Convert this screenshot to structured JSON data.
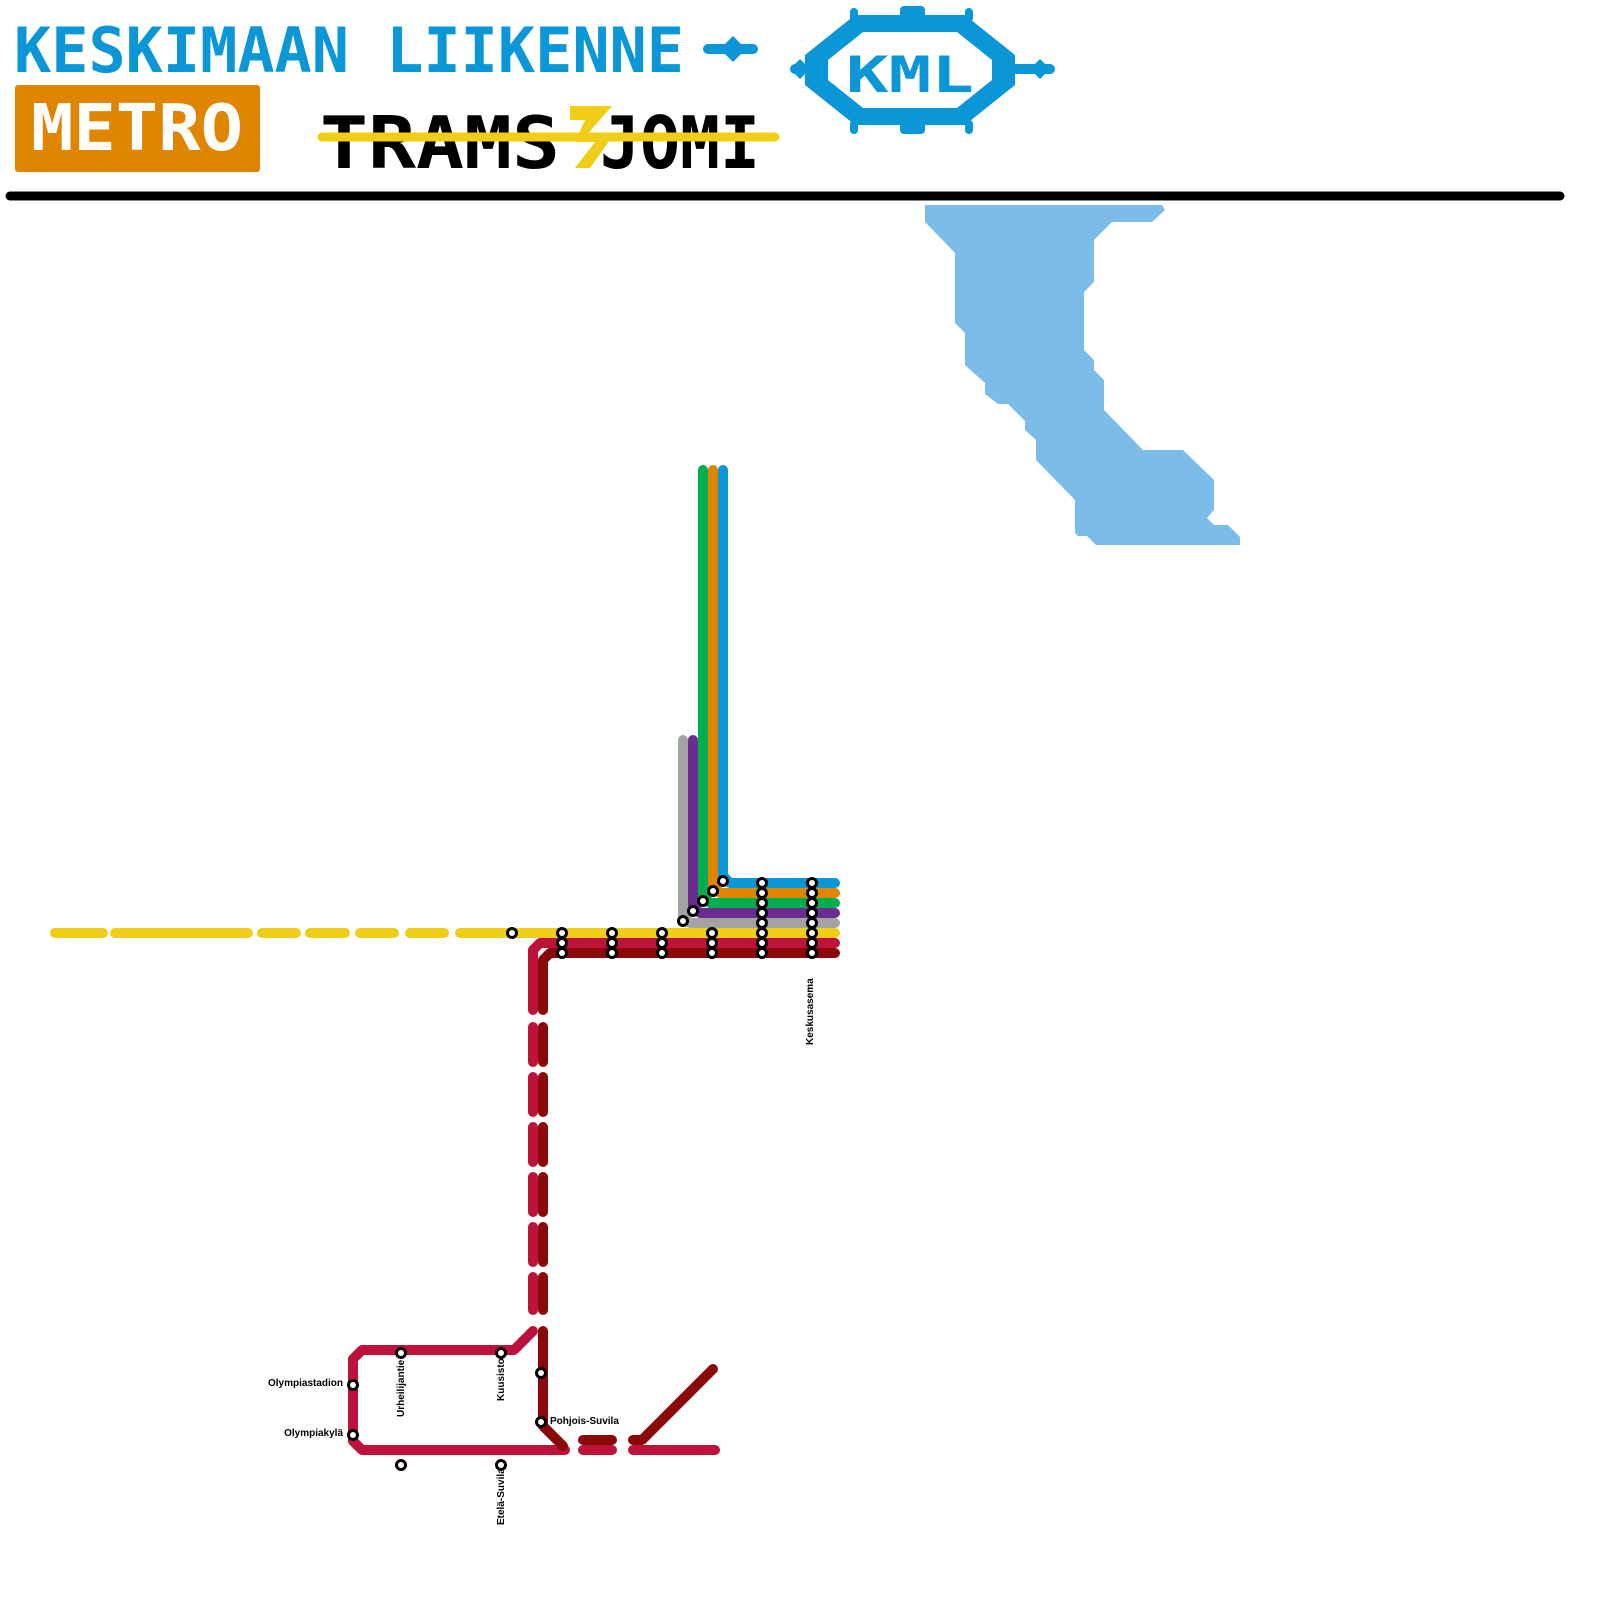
{
  "header": {
    "operator_name": "KESKIMAAN LIIKENNE",
    "operator_abbr": "KML",
    "metro_label": "METRO",
    "tram_label_left": "TRAMS",
    "tram_label_right": "JOMI",
    "colors": {
      "brand_blue": "#0b97d7",
      "metro_orange": "#df8500",
      "tram_yellow": "#f0cd17",
      "divider": "#000000"
    }
  },
  "map": {
    "water_color": "#7bbde8",
    "lines": [
      {
        "id": "blue",
        "color": "#0b97d7"
      },
      {
        "id": "orange",
        "color": "#df8500"
      },
      {
        "id": "green",
        "color": "#00ad4f"
      },
      {
        "id": "purple",
        "color": "#6a2c8f"
      },
      {
        "id": "gray",
        "color": "#a3a3a3"
      },
      {
        "id": "yellow",
        "color": "#f0cd17"
      },
      {
        "id": "red",
        "color": "#bd1239"
      },
      {
        "id": "darkred",
        "color": "#8a0808"
      }
    ],
    "stations": {
      "keskusasema": "Keskusasema",
      "olympiastadion": "Olympiastadion",
      "olympiakyla": "Olympiakylä",
      "urheilijantie": "Urheilijantie",
      "kuusisto": "Kuusisto",
      "pohjois_suvila": "Pohjois-Suvila",
      "etela_suvila": "Etelä-Suvila"
    }
  }
}
